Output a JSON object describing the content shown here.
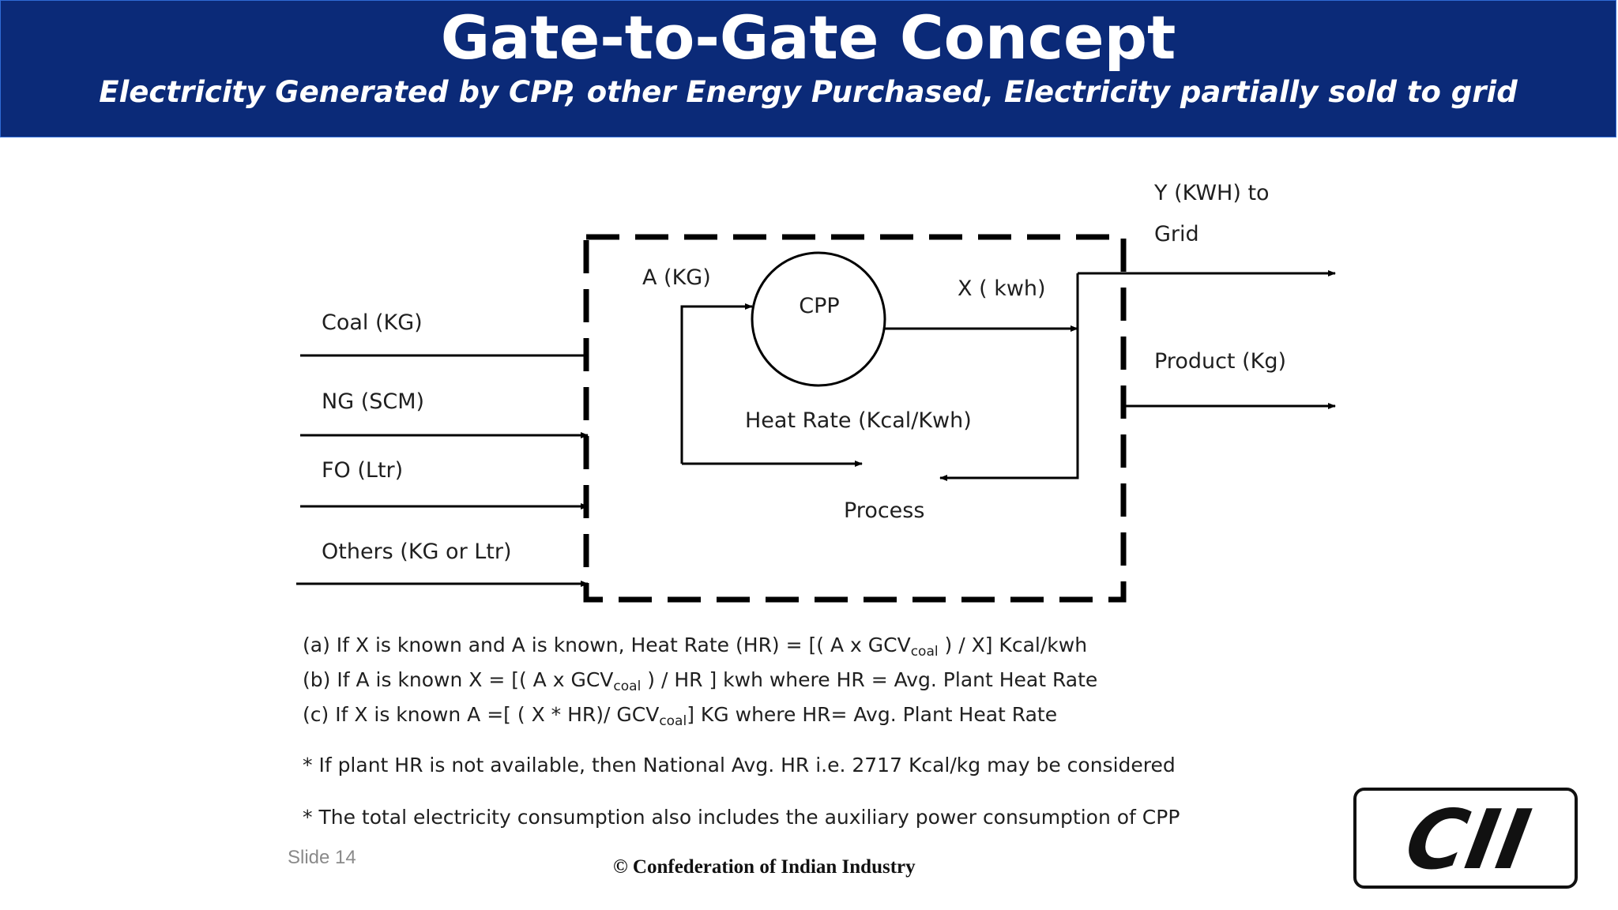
{
  "header": {
    "title": "Gate-to-Gate Concept",
    "subtitle": "Electricity Generated by CPP, other Energy Purchased, Electricity partially sold to grid"
  },
  "diagram": {
    "inputs": [
      "Coal (KG)",
      "NG (SCM)",
      "FO (Ltr)",
      "Others (KG or Ltr)"
    ],
    "a_label": "A (KG)",
    "cpp_label": "CPP",
    "x_label": "X ( kwh)",
    "heat_rate_label": "Heat Rate (Kcal/Kwh)",
    "process_label": "Process",
    "grid_label_line1": "Y (KWH) to",
    "grid_label_line2": "Grid",
    "product_label": "Product (Kg)"
  },
  "formulas": {
    "a": {
      "prefix": "(a)  If  X is known and A is known,  Heat Rate (HR) = [( A x GCV",
      "sub": "coal",
      "suffix": " ) / X]   Kcal/kwh"
    },
    "b": {
      "prefix": "(b)  If A is known      X = [( A x GCV",
      "sub": "coal",
      "suffix": " )  / HR ]  kwh  where  HR = Avg. Plant Heat Rate"
    },
    "c": {
      "prefix": "(c)  If X is known      A =[ ( X * HR)/ GCV",
      "sub": "coal",
      "suffix": "]     KG  where   HR= Avg. Plant Heat Rate"
    },
    "note1": "* If plant HR is not available, then National Avg. HR i.e. 2717 Kcal/kg may be considered",
    "note2": "* The total electricity consumption also includes the auxiliary power consumption of CPP"
  },
  "footer": {
    "slide_number": "Slide 14",
    "copyright": "© Confederation of Indian Industry",
    "logo_text": "CII"
  },
  "colors": {
    "header_bg": "#0b2a78",
    "header_border": "#2f6bd6",
    "text": "#1f1f1f"
  }
}
